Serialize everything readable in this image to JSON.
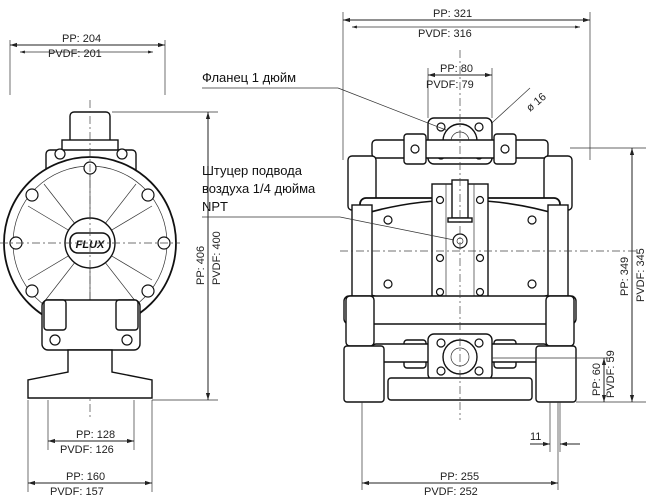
{
  "labels": {
    "flange": "Фланец 1 дюйм",
    "air_line1": "Штуцер подвода",
    "air_line2": "воздуха 1/4 дюйма",
    "air_line3": "NPT",
    "logo": "FLUX"
  },
  "dims": {
    "left_top_pp": "PP:  204",
    "left_top_pvdf": "PVDF:  201",
    "height_pp": "PP:  406",
    "height_pvdf": "PVDF:  400",
    "left_base_pp": "PP:  128",
    "left_base_pvdf": "PVDF:  126",
    "left_foot_pp": "PP:  160",
    "left_foot_pvdf": "PVDF:  157",
    "right_top_pp": "PP:  321",
    "right_top_pvdf": "PVDF:  316",
    "flange_pp": "PP:  80",
    "flange_pvdf": "PVDF:  79",
    "hole_dia": "ø 16",
    "right_h_pp": "PP:  349",
    "right_h_pvdf": "PVDF:  345",
    "inlet_pp": "PP:  60",
    "inlet_pvdf": "PVDF:  59",
    "slot": "11",
    "right_base_pp": "PP:  255",
    "right_base_pvdf": "PVDF:  252"
  }
}
